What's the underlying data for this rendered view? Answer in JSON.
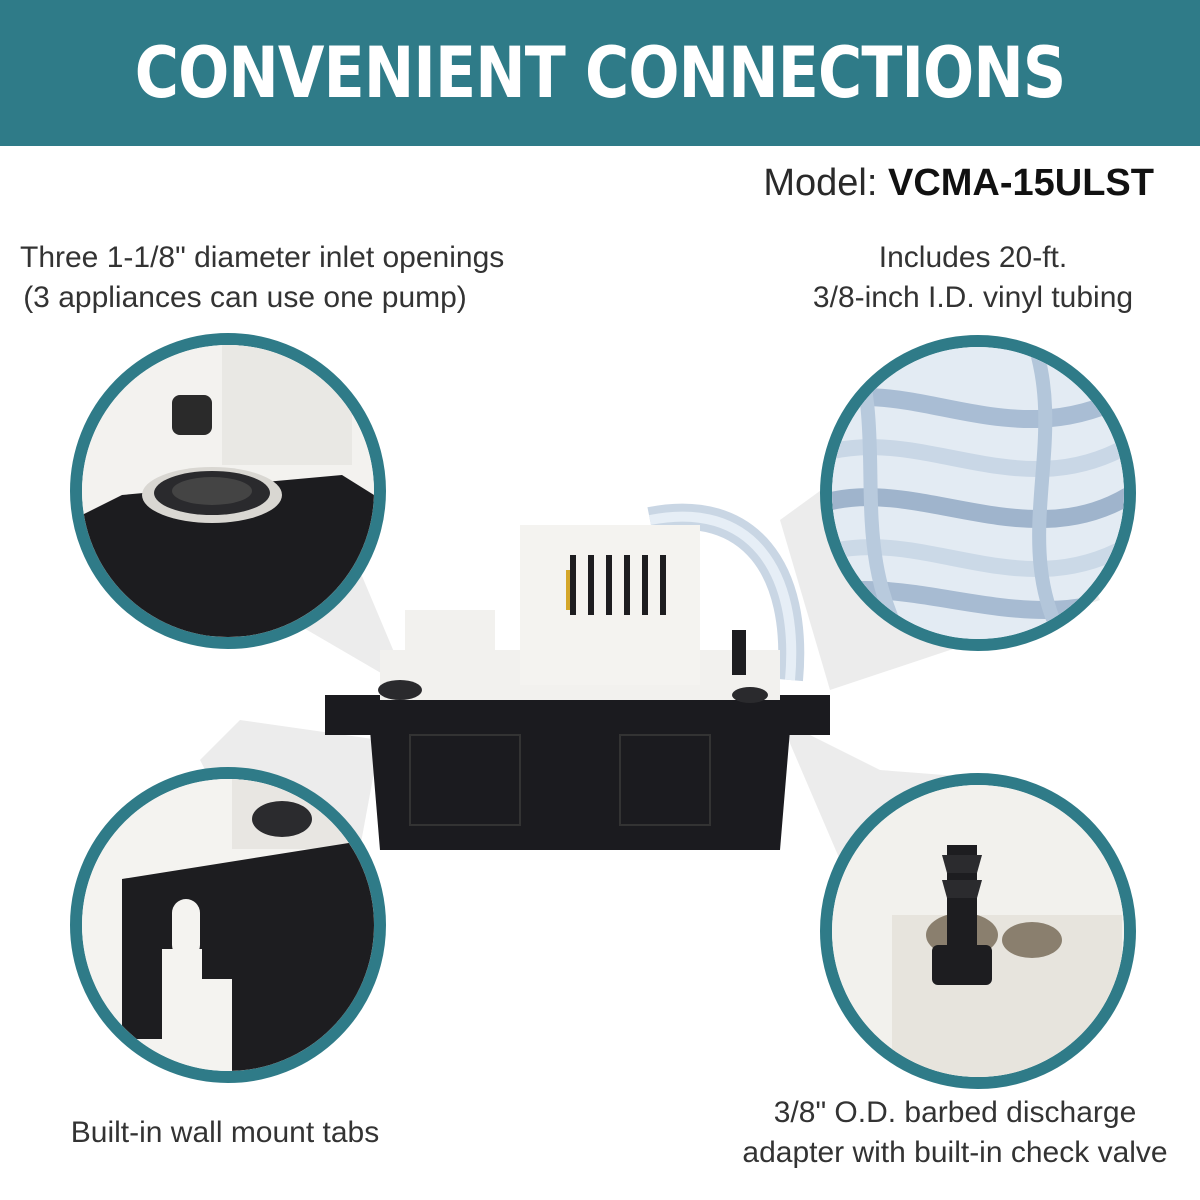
{
  "banner": {
    "title": "CONVENIENT CONNECTIONS",
    "background": "#2f7b88"
  },
  "model": {
    "label": "Model:",
    "number": "VCMA-15ULST"
  },
  "features": {
    "inlets": {
      "line1": "Three 1-1/8\" diameter inlet openings",
      "line2": "(3 appliances can use one pump)"
    },
    "tubing": {
      "line1": "Includes 20-ft.",
      "line2": "3/8-inch I.D. vinyl tubing"
    },
    "mount": {
      "line1": "Built-in wall mount tabs"
    },
    "discharge": {
      "line1": "3/8\" O.D. barbed discharge",
      "line2": "adapter with built-in check valve"
    }
  },
  "colors": {
    "accent": "#2f7b88",
    "reservoir": "#1b1b1f",
    "pump_body": "#f2f1ee"
  },
  "icons": [
    "inlet-detail-photo",
    "tubing-detail-photo",
    "wall-mount-detail-photo",
    "discharge-adapter-detail-photo",
    "condensate-pump-photo"
  ]
}
